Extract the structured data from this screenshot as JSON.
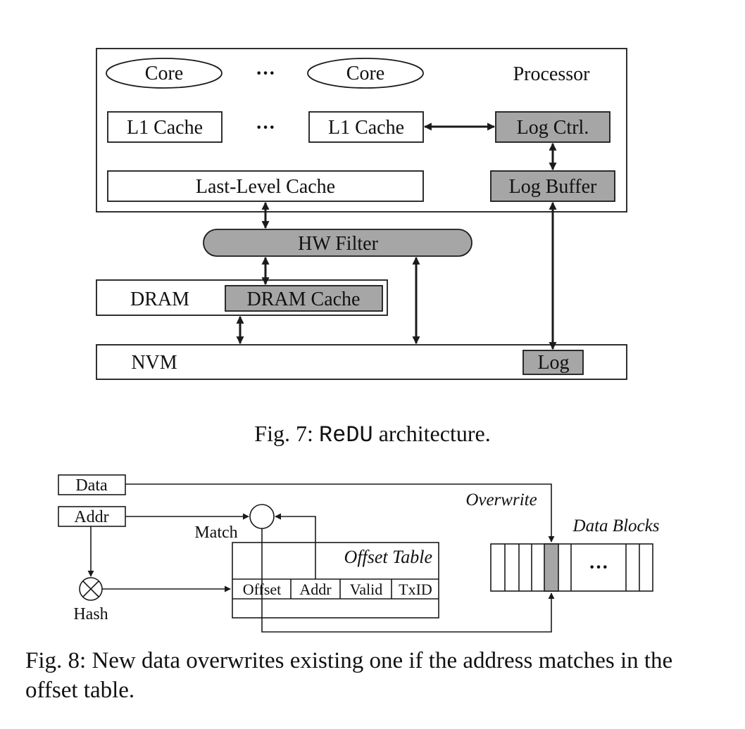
{
  "colors": {
    "stroke": "#1a1a1a",
    "shaded": "#a6a6a6",
    "background": "#ffffff"
  },
  "fig7": {
    "core1": "Core",
    "dots_cores": "···",
    "core2": "Core",
    "processor": "Processor",
    "l1_1": "L1 Cache",
    "dots_l1": "···",
    "l1_2": "L1 Cache",
    "log_ctrl": "Log Ctrl.",
    "llc": "Last-Level Cache",
    "log_buffer": "Log Buffer",
    "hw_filter": "HW Filter",
    "dram": "DRAM",
    "dram_cache": "DRAM Cache",
    "nvm": "NVM",
    "log": "Log",
    "caption": {
      "prefix": "Fig. 7: ",
      "name": "ReDU",
      "suffix": " architecture."
    }
  },
  "fig8": {
    "data": "Data",
    "addr": "Addr",
    "match": "Match",
    "hash": "Hash",
    "offset_table": "Offset Table",
    "col_offset": "Offset",
    "col_addr": "Addr",
    "col_valid": "Valid",
    "col_txid": "TxID",
    "overwrite": "Overwrite",
    "data_blocks": "Data Blocks",
    "dots_blocks": "···",
    "caption": "Fig. 8: New data overwrites existing one if the address matches in the offset table."
  }
}
